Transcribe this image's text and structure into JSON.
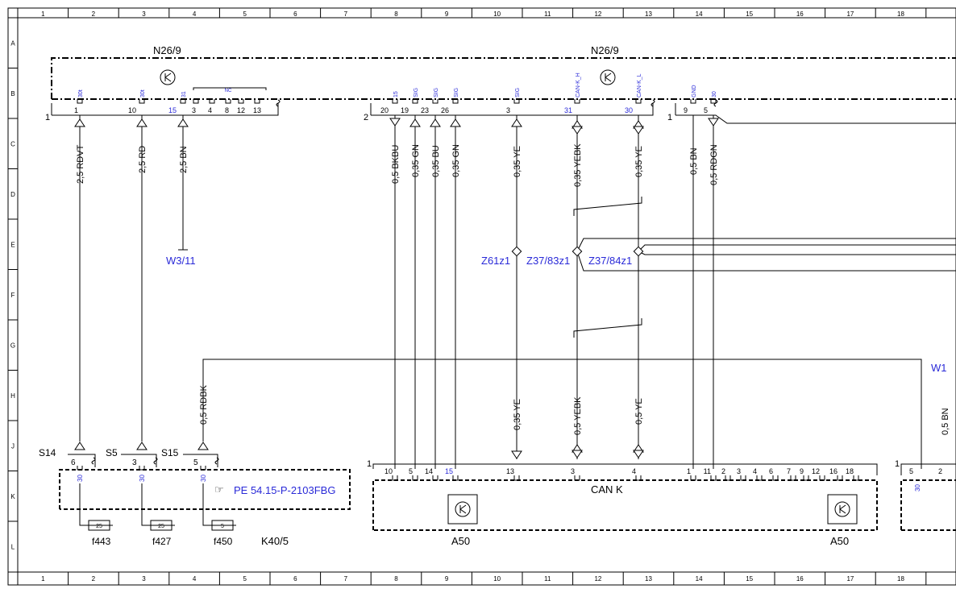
{
  "grid": {
    "columns": [
      "1",
      "2",
      "3",
      "4",
      "5",
      "6",
      "7",
      "8",
      "9",
      "10",
      "11",
      "12",
      "13",
      "14",
      "15",
      "16",
      "17",
      "18"
    ],
    "rows": [
      "A",
      "B",
      "C",
      "D",
      "E",
      "F",
      "G",
      "H",
      "J",
      "K",
      "L"
    ]
  },
  "components": {
    "n26_left": "N26/9",
    "n26_right": "N26/9",
    "w3_11": "W3/11",
    "w1": "W1",
    "k40_5": "K40/5",
    "a50_left": "A50",
    "a50_right": "A50",
    "can_k": "CAN K",
    "ref_doc": "PE 54.15-P-2103FBG",
    "z61": "Z61z1",
    "z37_83": "Z37/83z1",
    "z37_84": "Z37/84z1",
    "s14": "S14",
    "s5": "S5",
    "s15": "S15",
    "f443": "f443",
    "f427": "f427",
    "f450": "f450",
    "fuse_25a": "25",
    "fuse_25b": "25",
    "fuse_5": "5"
  },
  "connector_nums": {
    "c1_left": "1",
    "c2": "2",
    "c1_right": "1",
    "c1_a50": "1",
    "c1_far": "1"
  },
  "top_pins": {
    "p1": "1",
    "p10": "10",
    "p15": "15",
    "p3": "3",
    "p4": "4",
    "p8": "8",
    "p12": "12",
    "p13": "13",
    "p20": "20",
    "p19": "19",
    "p23": "23",
    "p26": "26",
    "p3b": "3",
    "p31": "31",
    "p30": "30",
    "p9": "9",
    "p5": "5",
    "nc": "NC"
  },
  "top_signals": {
    "s30t_a": "30t",
    "s30t_b": "30t",
    "s31": "31",
    "s15": "15",
    "sig1": "SIG",
    "sig2": "SIG",
    "sig3": "SIG",
    "sig4": "SIG",
    "can_h": "CAN-K_H",
    "can_l": "CAN-K_L",
    "gnd": "GND",
    "s30": "30"
  },
  "wires": {
    "w1": "2,5 RDVT",
    "w2": "2,5 RD",
    "w3": "2,5 BN",
    "w4": "0,5 BKBU",
    "w5": "0,35 GN",
    "w6": "0,35 BU",
    "w7": "0,35 GN",
    "w8": "0,35 YE",
    "w9": "0,35 YEBK",
    "w10": "0,35 YE",
    "w11": "0,5 BN",
    "w12": "0,5 RDGN",
    "w13": "0,5 RDBK",
    "w14": "0,35 YE",
    "w15": "0,5 YEBK",
    "w16": "0,5 YE",
    "w17": "0,5 BN"
  },
  "k40_pins": {
    "p6": "6",
    "p3": "3",
    "p5": "5",
    "sig30a": "30",
    "sig30b": "30",
    "sig30c": "30"
  },
  "a50_pins": {
    "p10": "10",
    "p5": "5",
    "p14": "14",
    "p15": "15",
    "p13": "13",
    "p3": "3",
    "p4": "4",
    "p1": "1",
    "p11": "11",
    "p2": "2",
    "p3b": "3",
    "p4b": "4",
    "p6": "6",
    "p7": "7",
    "p9": "9",
    "p12": "12",
    "p16": "16",
    "p18": "18"
  },
  "far_pins": {
    "p5": "5",
    "p2": "2",
    "sig30": "30"
  }
}
